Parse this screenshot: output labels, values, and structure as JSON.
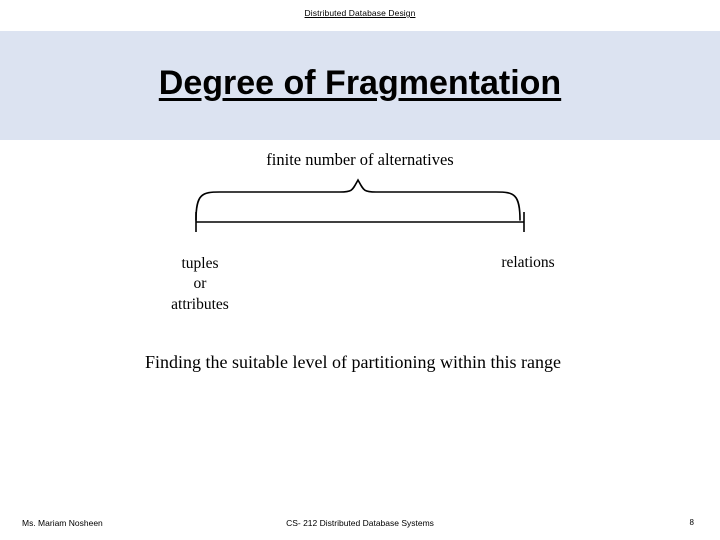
{
  "slide": {
    "running_title": "Distributed Database Design",
    "title": "Degree of Fragmentation",
    "diagram": {
      "caption": "finite number of alternatives",
      "left_label": "tuples\nor\nattributes",
      "left_label_line1": "tuples",
      "left_label_line2": "or",
      "left_label_line3": "attributes",
      "right_label": "relations"
    },
    "body": "Finding the suitable level of partitioning within this range",
    "footer": {
      "author": "Ms. Mariam Nosheen",
      "course": "CS- 212 Distributed Database Systems",
      "page": "8"
    },
    "colors": {
      "title_band": "#dce3f1",
      "text": "#000000",
      "background": "#ffffff"
    }
  }
}
